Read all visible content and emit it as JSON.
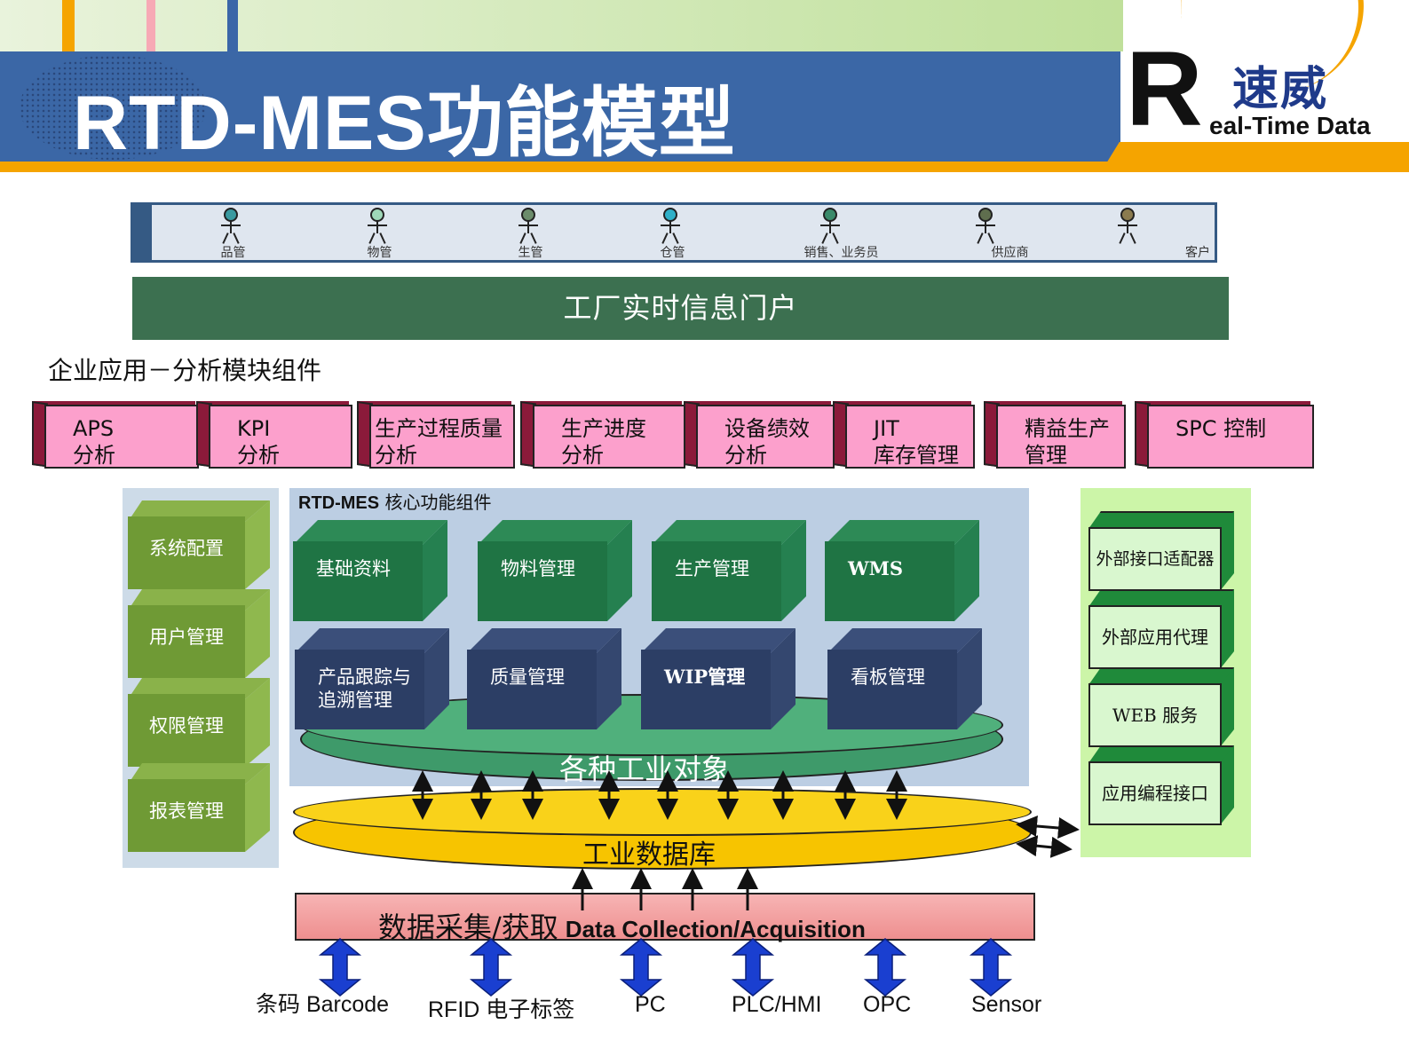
{
  "header": {
    "title": "RTD-MES功能模型",
    "logo_letter": "R",
    "logo_cn": "速威",
    "logo_en": "eal-Time Data"
  },
  "roles": [
    "品管",
    "物管",
    "生管",
    "仓管",
    "销售、业务员",
    "供应商",
    "客户"
  ],
  "role_colors": [
    "#3a9aa0",
    "#9fd8b8",
    "#6b8c6b",
    "#2fb0c8",
    "#3a8a6a",
    "#5f6e4e",
    "#8b7b4f"
  ],
  "portal": {
    "label": "工厂实时信息门户"
  },
  "enterprise": {
    "label": "企业应用－分析模块组件",
    "modules": [
      "APS\n分析",
      "KPI\n分析",
      "生产过程质量\n分析",
      "生产进度\n分析",
      "设备绩效\n分析",
      "JIT\n库存管理",
      "精益生产\n管理",
      "SPC 控制"
    ]
  },
  "system_modules": [
    "系统配置",
    "用户管理",
    "权限管理",
    "报表管理"
  ],
  "core": {
    "title_bold": "RTD-MES",
    "title_rest": " 核心功能组件",
    "row1": [
      "基础资料",
      "物料管理",
      "生产管理",
      "WMS"
    ],
    "row2": [
      "产品跟踪与\n追溯管理",
      "质量管理",
      "WIP管理",
      "看板管理"
    ],
    "objects_label": "各种工业对象"
  },
  "interfaces": [
    "外部接口适配器",
    "外部应用代理",
    "WEB 服务",
    "应用编程接口"
  ],
  "database": {
    "label": "工业数据库"
  },
  "data_collection": {
    "label_cn": "数据采集/获取",
    "label_en": "Data Collection/Acquisition"
  },
  "sources": [
    "条码 Barcode",
    "RFID 电子标签",
    "PC",
    "PLC/HMI",
    "OPC",
    "Sensor"
  ],
  "colors": {
    "title_bar": "#3b67a6",
    "accent_orange": "#f5a400",
    "portal": "#3c7050",
    "enterprise_module": "#fca0cc",
    "core_green": "#1f7444",
    "core_navy": "#2c3e65",
    "database": "#f7c400",
    "collection": "#ee8f8f",
    "source_arrow": "#1a3fd0"
  }
}
